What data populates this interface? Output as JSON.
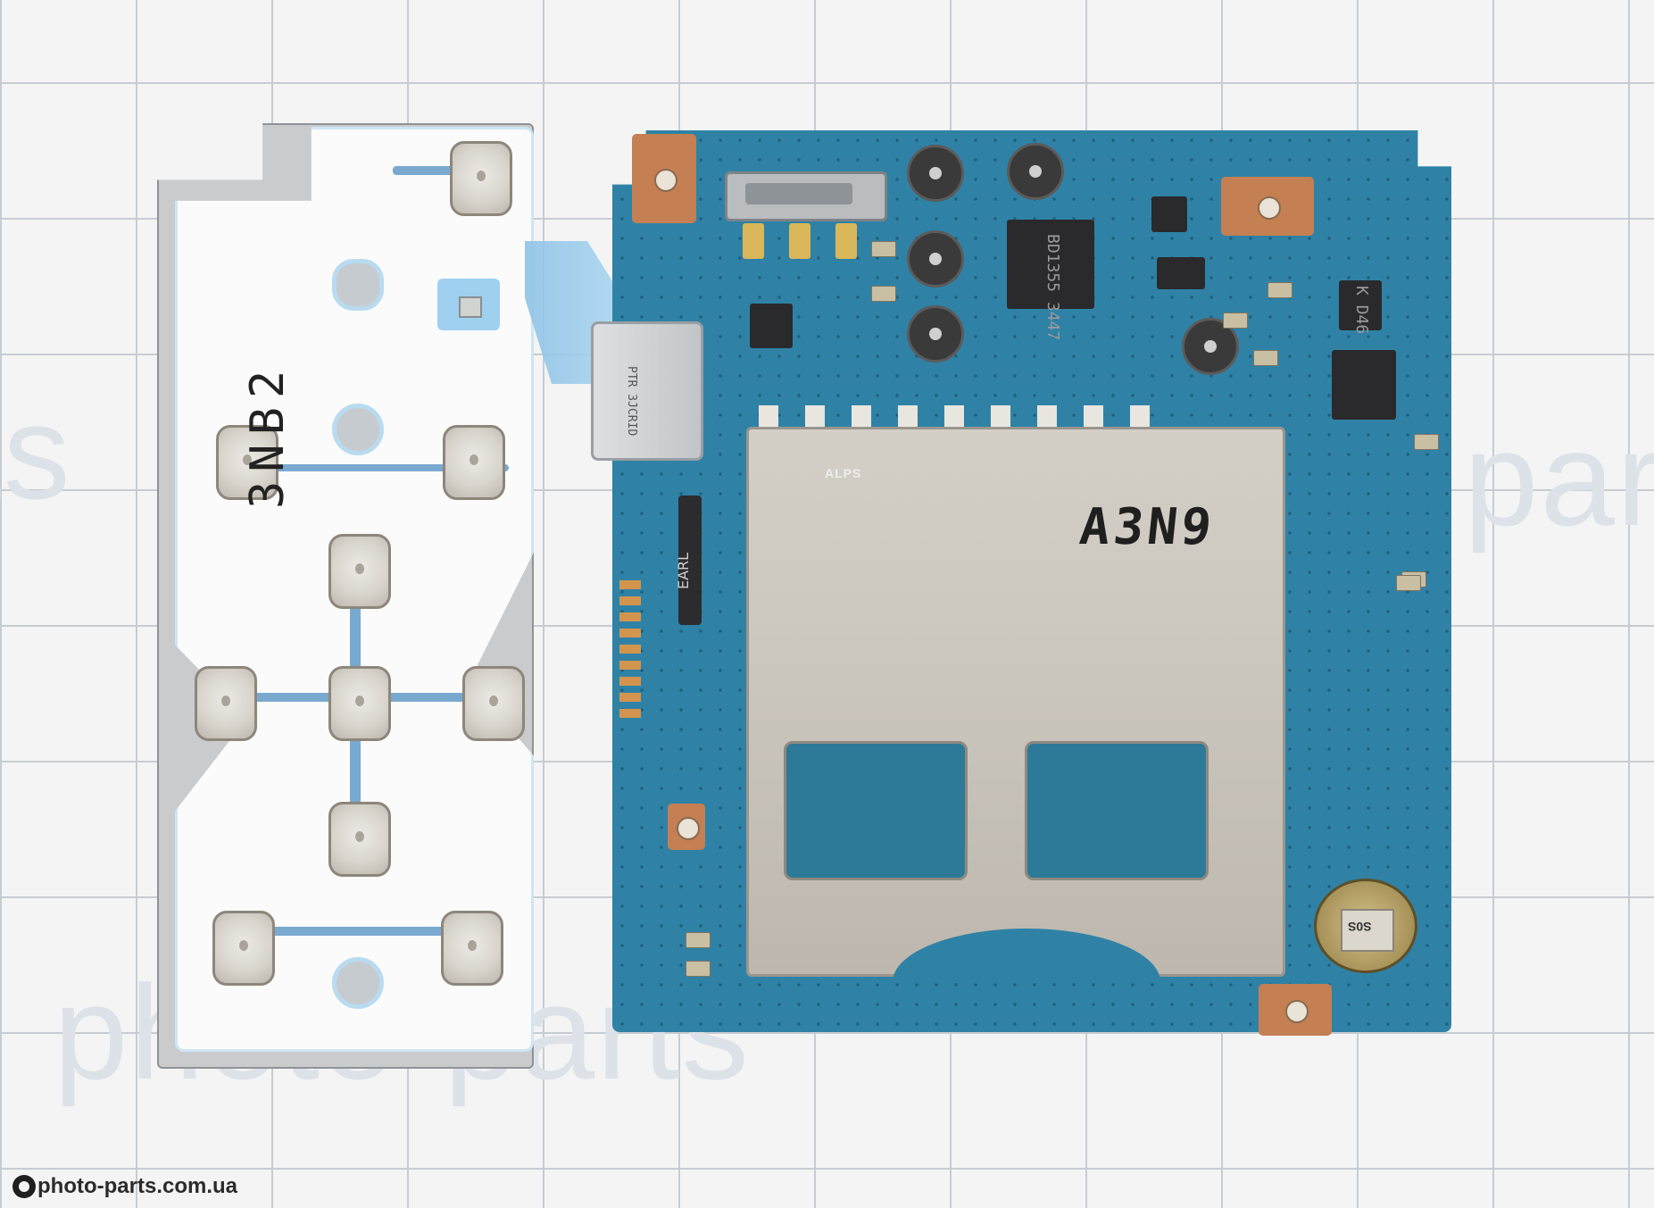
{
  "image": {
    "keypad_label": "3NB2",
    "sd_slot_label": "A3N9",
    "sd_brand": "ALPS",
    "chip_label": "BD1355 3447",
    "small_chip_label": "K D46",
    "earl_label": "EARL",
    "usb_label": "PTR 3JCRID",
    "battery_label": "S0S",
    "watermark_text": "photo-parts",
    "footer_url": "photo-parts.com.ua"
  },
  "colors": {
    "board": "#2f82a6",
    "copper_pad": "#c47f52",
    "metal": "#c9c4bb",
    "background": "#f4f4f4",
    "grid": "#b9bfc8"
  },
  "icons": [
    "photo-parts-logo-icon"
  ]
}
